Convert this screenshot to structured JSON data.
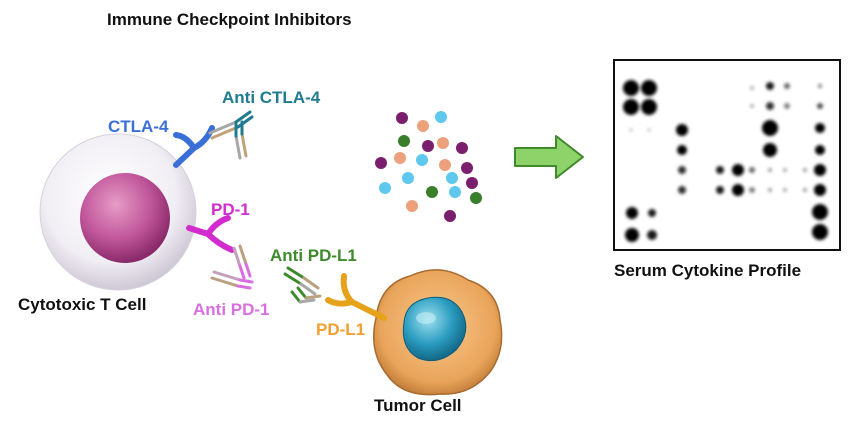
{
  "title": "Immune Checkpoint Inhibitors",
  "labels": {
    "ctla4": "CTLA-4",
    "anti_ctla4": "Anti CTLA-4",
    "pd1": "PD-1",
    "anti_pd1": "Anti PD-1",
    "anti_pdl1": "Anti PD-L1",
    "pdl1": "PD-L1",
    "t_cell": "Cytotoxic T Cell",
    "tumor_cell": "Tumor Cell",
    "cytokine_profile": "Serum Cytokine Profile"
  },
  "colors": {
    "ctla4": "#3a6fd8",
    "anti_ctla4": "#1f7b8f",
    "pd1": "#d22ccf",
    "anti_pd1": "#d96ee0",
    "anti_pdl1": "#3d8a2a",
    "pdl1": "#f0a030",
    "arrow_fill": "#8ed36a",
    "arrow_stroke": "#3f8a2a",
    "cytokine_purple": "#7a1f6e",
    "cytokine_peach": "#eda07c",
    "cytokine_cyan": "#5ec8ef",
    "cytokine_green": "#3a7d2a"
  },
  "cytokine_colors": [
    "cytokine_purple",
    "cytokine_peach",
    "cytokine_cyan",
    "cytokine_green"
  ],
  "icons": {
    "t_cell": "t-cell-icon",
    "tumor_cell": "tumor-cell-icon",
    "arrow": "right-arrow-icon",
    "array": "cytokine-array-blot-icon"
  }
}
